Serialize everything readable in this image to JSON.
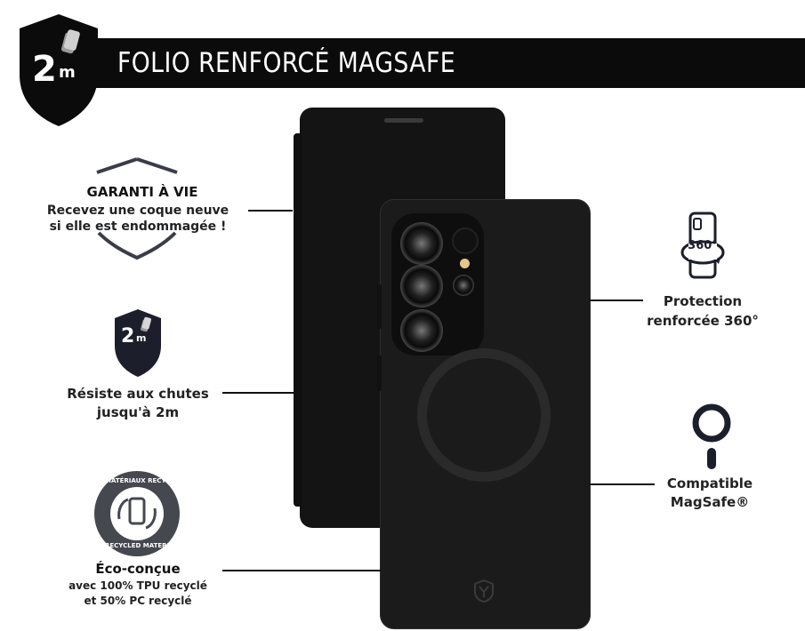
{
  "header": {
    "title": "FOLIO RENFORCÉ MAGSAFE",
    "badge_number": "2",
    "badge_unit": "m"
  },
  "features": {
    "warranty": {
      "title": "GARANTI À VIE",
      "line1": "Recevez une coque neuve",
      "line2": "si elle est endommagée !"
    },
    "drop": {
      "badge_number": "2",
      "badge_unit": "m",
      "line1": "Résiste aux chutes",
      "line2": "jusqu'à 2m"
    },
    "eco": {
      "badge_top": "MATÉRIAUX RECYCLÉS",
      "badge_bottom": "RECYCLED MATERIALS",
      "title": "Éco-conçue",
      "line1": "avec 100% TPU recyclé",
      "line2": "et 50% PC recyclé"
    },
    "protection": {
      "icon_label": "360°",
      "line1": "Protection",
      "line2": "renforcée 360°"
    },
    "magsafe": {
      "line1": "Compatible",
      "line2": "MagSafe®"
    }
  },
  "colors": {
    "banner": "#0b0b0b",
    "case": "#1b1b1b",
    "icon_dark": "#1c1f2b"
  },
  "icons": [
    "shield-2m-icon",
    "warranty-shield-icon",
    "phone-360-icon",
    "magsafe-icon",
    "recycled-badge-icon"
  ]
}
